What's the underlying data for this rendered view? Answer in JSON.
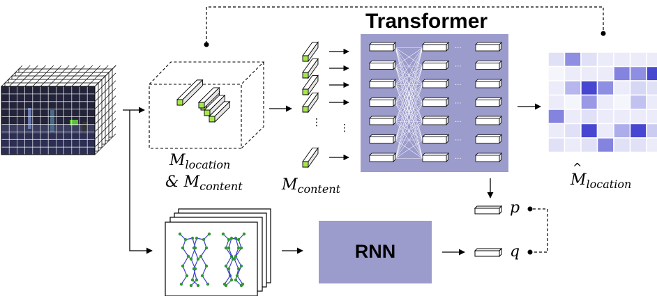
{
  "labels": {
    "transformer_title": "Transformer",
    "rnn": "RNN",
    "m_location_base": "M",
    "m_location_sub": "location",
    "amp_content_prefix": "& M",
    "amp_content_sub": "content",
    "m_content_base": "M",
    "m_content_sub": "content",
    "m_location_hat_base": "M",
    "m_location_hat_sub": "location",
    "out_p": "p",
    "out_q": "q",
    "ellipsis": "···"
  },
  "colors": {
    "transformer_bg": "#9b9bcc",
    "rnn_bg": "#9b9bcc",
    "heatmap_dark": "#3232aa",
    "token_end": "#a6e84a",
    "skeleton_line": "#3b3bd1",
    "skeleton_joint": "#2e9a2e"
  },
  "heatmap": {
    "rows": 7,
    "cols": 7,
    "values": [
      [
        0.15,
        0.55,
        0.15,
        0.1,
        0.1,
        0.1,
        0.1
      ],
      [
        0.05,
        0.1,
        0.1,
        0.1,
        0.6,
        0.55,
        0.9
      ],
      [
        0.1,
        0.35,
        0.9,
        0.55,
        0.1,
        0.2,
        0.15
      ],
      [
        0.1,
        0.05,
        0.5,
        0.1,
        0.05,
        0.3,
        0.1
      ],
      [
        0.6,
        0.1,
        0.15,
        0.1,
        0.1,
        0.1,
        0.1
      ],
      [
        0.1,
        0.15,
        0.9,
        0.1,
        0.4,
        0.9,
        0.25
      ],
      [
        0.15,
        0.1,
        0.15,
        0.6,
        0.15,
        0.15,
        0.1
      ]
    ]
  }
}
